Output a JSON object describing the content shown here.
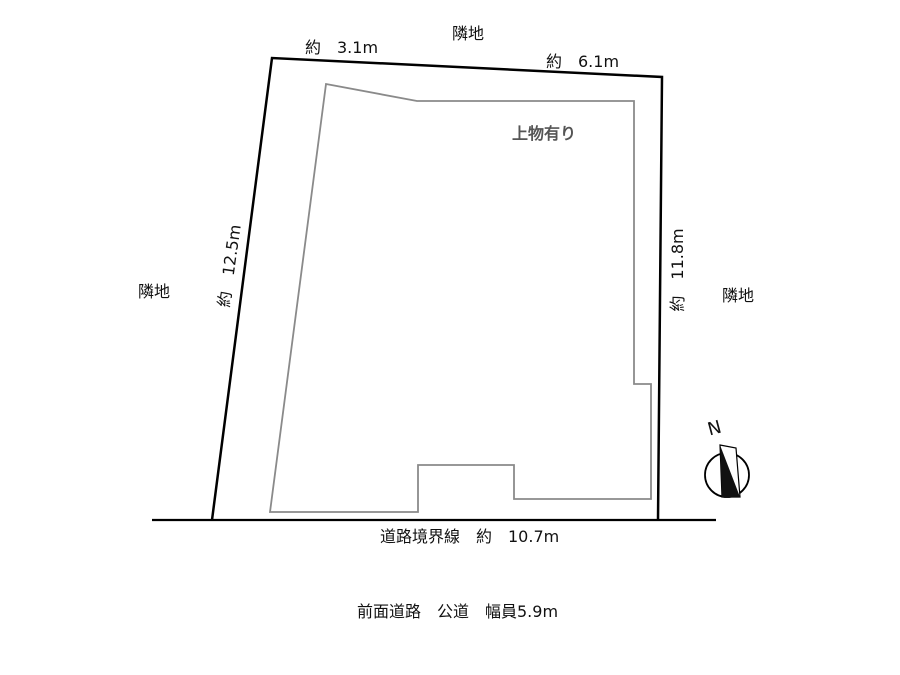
{
  "labels": {
    "neighbor_top": "隣地",
    "neighbor_left": "隣地",
    "neighbor_right": "隣地",
    "top_left_dim": "約　3.1m",
    "top_right_dim": "約　6.1m",
    "left_dim": "約　12.5m",
    "right_dim": "約　11.8m",
    "building": "上物有り",
    "boundary": "道路境界線　約　10.7m",
    "road_note": "前面道路　公道　幅員5.9m",
    "north": "N"
  },
  "colors": {
    "lot_line": "#000000",
    "building_outline": "#8a8a8a",
    "building_text": "#555555"
  },
  "icons": {
    "compass": "north-arrow-icon"
  }
}
